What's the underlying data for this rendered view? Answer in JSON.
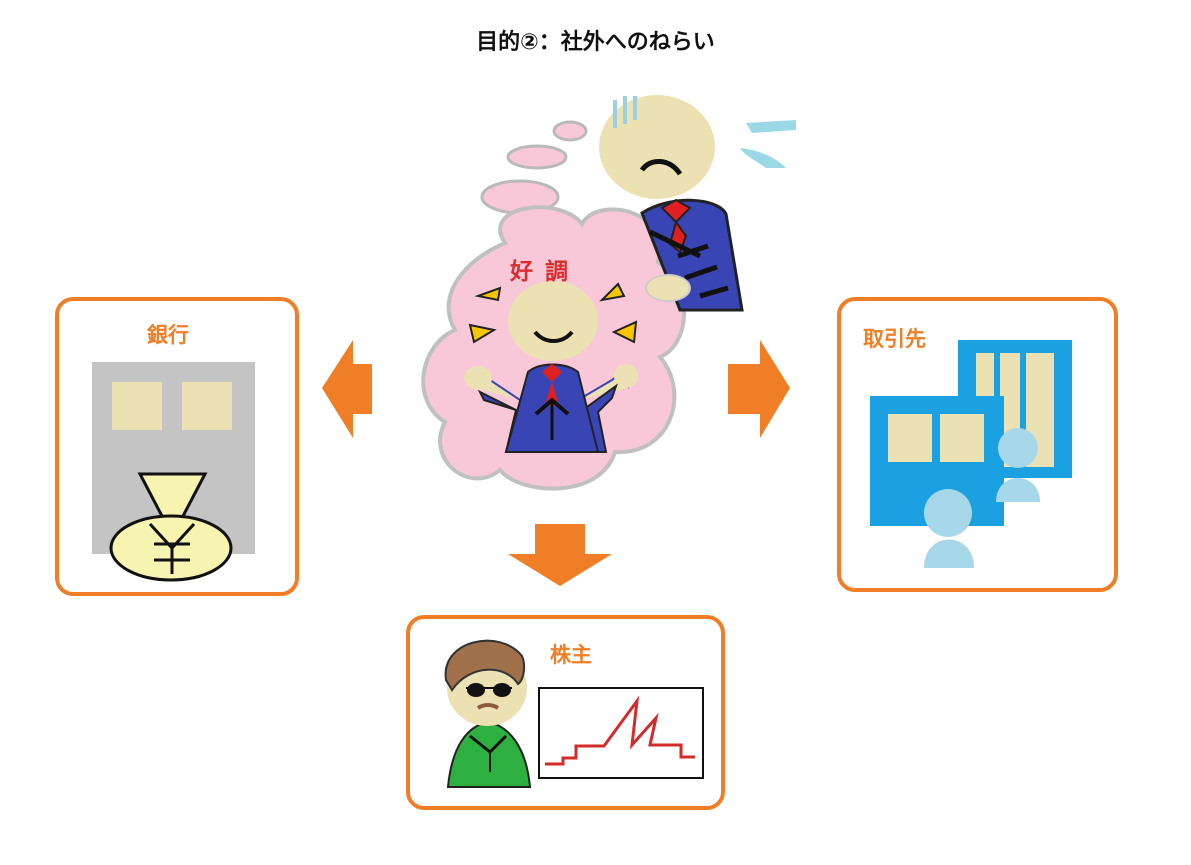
{
  "title": "目的②：社外へのねらい",
  "center": {
    "bubble_text": "好 調"
  },
  "targets": {
    "bank": {
      "label": "銀行",
      "icon": "money-bag-icon"
    },
    "partners": {
      "label": "取引先",
      "icon": "office-building-icon"
    },
    "shareholders": {
      "label": "株主",
      "icon": "stock-chart-icon"
    }
  },
  "colors": {
    "accent": "#f07e26",
    "bubble": "#f9c8d8",
    "suit": "#3a45b5",
    "tie": "#e02020",
    "face": "#ece1b2",
    "building_blue": "#1ba0e2",
    "chart_line": "#d42a2a"
  }
}
